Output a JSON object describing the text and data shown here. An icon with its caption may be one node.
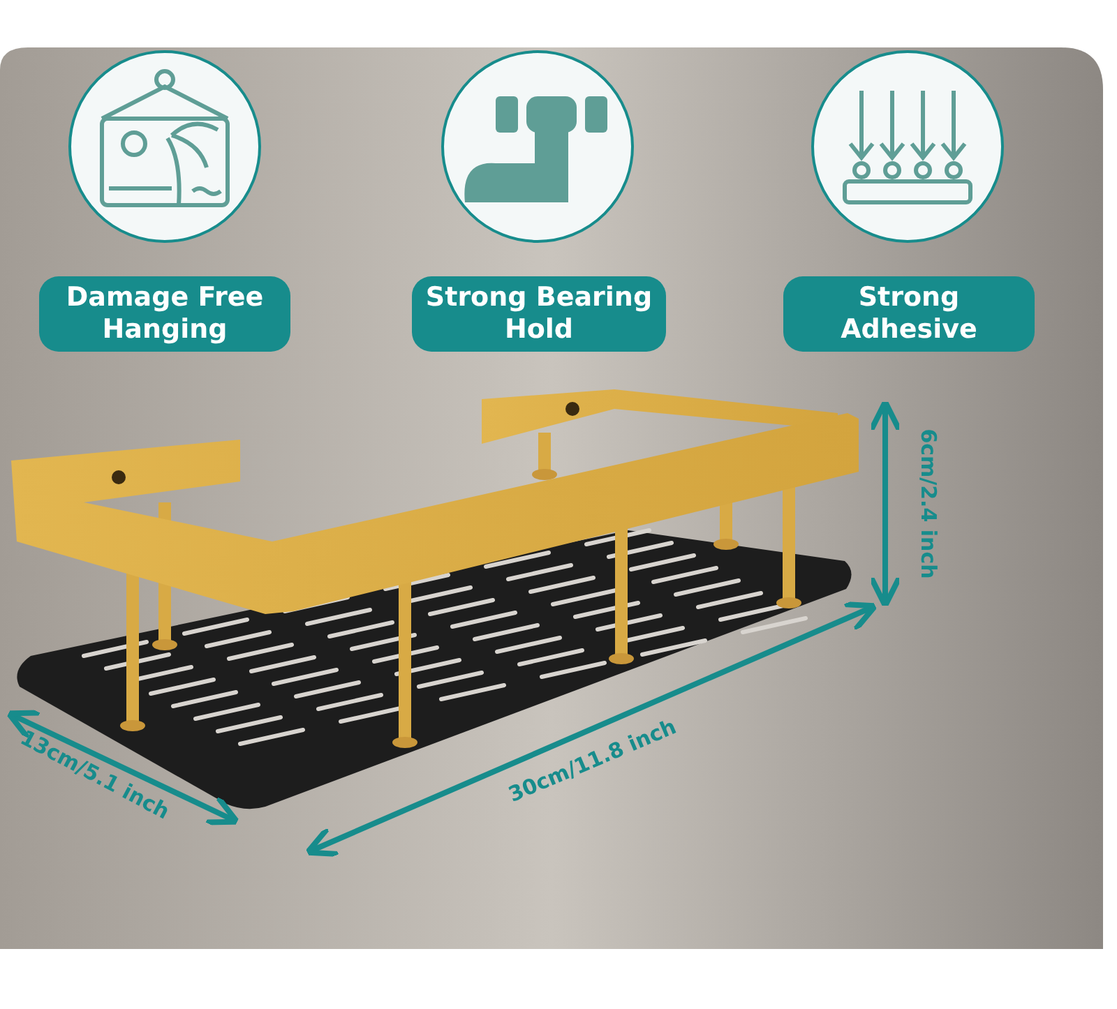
{
  "diagram": {
    "nodes": [
      {
        "text": [
          "Damage Free Hanging"
        ]
      },
      {
        "text": [
          "Strong Bearing Hold"
        ]
      },
      {
        "text": [
          "Strong Adhesive"
        ]
      }
    ],
    "labels": [
      "6cm/2.4 inch",
      "13cm/5.1 inch",
      "30cm/11.8 inch"
    ]
  }
}
